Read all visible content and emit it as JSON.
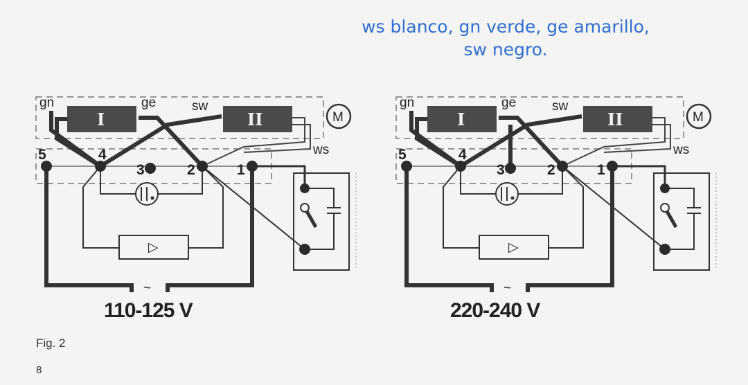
{
  "note": {
    "line1": "ws blanco, gn verde, ge amarillo,",
    "line2": "sw negro."
  },
  "figure": {
    "caption": "Fig. 2",
    "page_number": "8"
  },
  "wire_labels": {
    "gn": "gn",
    "ge": "ge",
    "sw": "sw",
    "ws": "ws",
    "motor": "M"
  },
  "coil_labels": {
    "one": "I",
    "two": "II"
  },
  "terminals": [
    "5",
    "4",
    "3",
    "2",
    "1"
  ],
  "symbols": {
    "ac": "~",
    "play": "▷"
  },
  "diagrams": [
    {
      "voltage": "110-125 V"
    },
    {
      "voltage": "220-240 V"
    }
  ],
  "colors": {
    "ink": "#2b2b2b",
    "note_blue": "#2f6fd0",
    "dash": "#777777"
  }
}
